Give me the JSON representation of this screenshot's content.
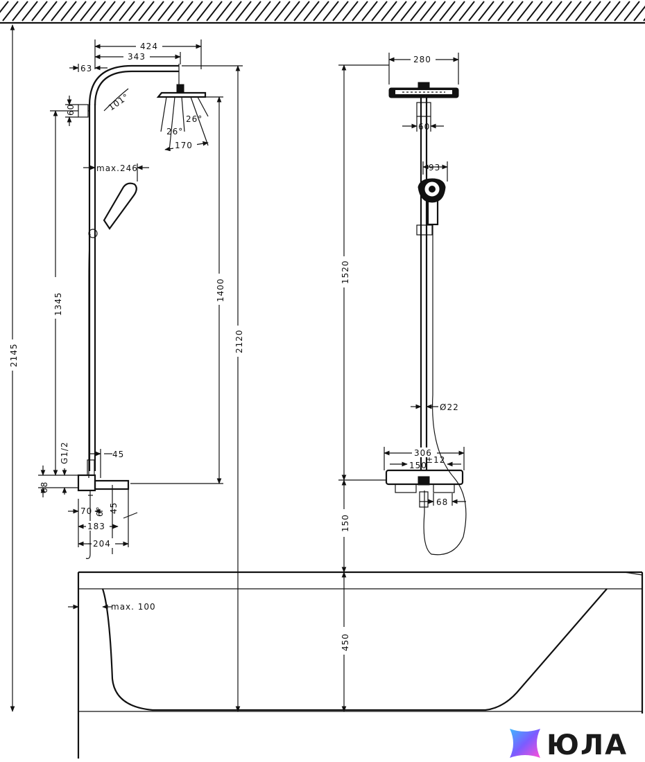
{
  "side_view": {
    "dims": {
      "d424": "424",
      "d343": "343",
      "d63": "63",
      "d60": "60",
      "a101": "101°",
      "a26_left": "26°",
      "a26_right": "26°",
      "d170": "170",
      "max246": "max.246",
      "d1345": "1345",
      "d1400": "1400",
      "d2120": "2120",
      "d2145": "2145",
      "g12": "G1/2",
      "d45_top": "45",
      "d68": "68",
      "d70": "70",
      "a6": "6°",
      "d45_bottom": "45",
      "d183": "183",
      "d204": "204"
    }
  },
  "front_view": {
    "dims": {
      "d280": "280",
      "d60": "60",
      "d93": "93",
      "d1520": "1520",
      "dia22": "Ø22",
      "d306": "306",
      "d150": "150",
      "tol": "±12",
      "d68": "68",
      "d150_height": "150",
      "d450": "450"
    }
  },
  "bathtub": {
    "max100": "max. 100"
  },
  "logo": {
    "text": "ЮЛА",
    "colors": [
      "#3fb6ff",
      "#7b5cff",
      "#ff4fd8"
    ]
  }
}
